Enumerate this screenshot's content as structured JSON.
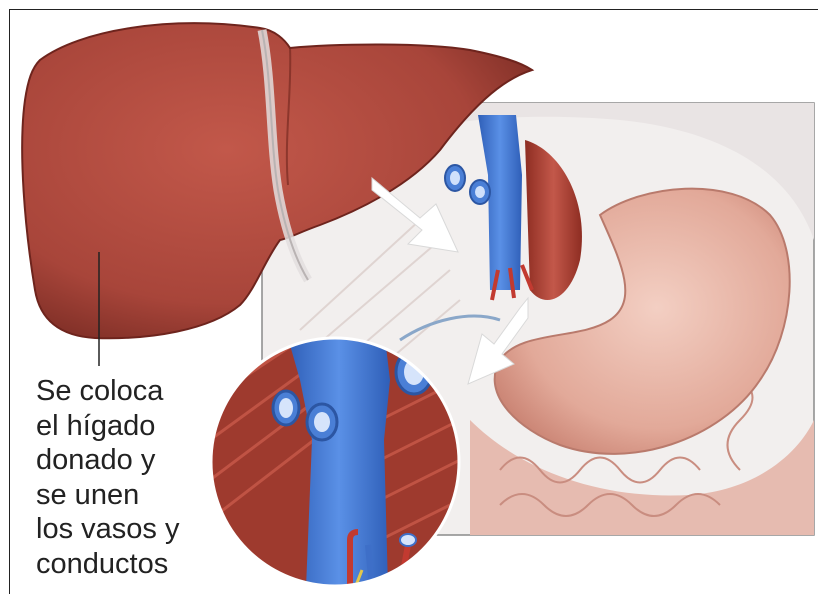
{
  "caption": {
    "lines": [
      "Se coloca",
      "el hígado",
      "donado y",
      "se unen",
      "los vasos y",
      "conductos"
    ]
  },
  "colors": {
    "liver": "#b0483b",
    "vessel": "#4a7fd6",
    "muscle": "#b4483a",
    "stomach": "#e8b8aa",
    "arrow": "#ffffff"
  },
  "icons": [
    "arrow-icon",
    "arrow-icon"
  ]
}
